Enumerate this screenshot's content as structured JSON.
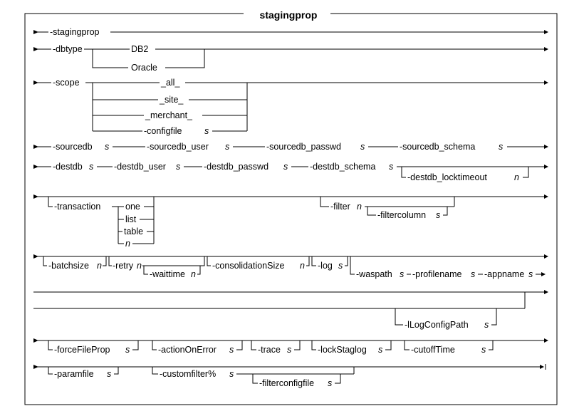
{
  "title": "stagingprop",
  "rows": [
    {
      "id": "stagingprop",
      "kind": "keyword",
      "text": "-stagingprop"
    },
    {
      "id": "dbtype",
      "keyword": "-dbtype",
      "options": [
        "DB2",
        "Oracle"
      ]
    },
    {
      "id": "scope",
      "keyword": "-scope",
      "options": [
        {
          "text": "_all_"
        },
        {
          "text": "_site_"
        },
        {
          "text": "_merchant_"
        },
        {
          "text": "-configfile",
          "arg": "s"
        }
      ]
    },
    {
      "id": "sourcedb",
      "items": [
        {
          "text": "-sourcedb",
          "arg": "s"
        },
        {
          "text": "-sourcedb_user",
          "arg": "s"
        },
        {
          "text": "-sourcedb_passwd",
          "arg": "s"
        },
        {
          "text": "-sourcedb_schema",
          "arg": "s"
        }
      ]
    },
    {
      "id": "destdb",
      "items": [
        {
          "text": "-destdb",
          "arg": "s"
        },
        {
          "text": "-destdb_user",
          "arg": "s"
        },
        {
          "text": "-destdb_passwd",
          "arg": "s"
        },
        {
          "text": "-destdb_schema",
          "arg": "s"
        }
      ],
      "optional": {
        "text": "-destdb_locktimeout",
        "arg": "n"
      }
    },
    {
      "id": "transaction",
      "keyword": "-transaction",
      "options": [
        {
          "text": "one"
        },
        {
          "text": "list"
        },
        {
          "text": "table"
        },
        {
          "text": "n",
          "italic": true
        }
      ],
      "filter": {
        "text": "-filter",
        "arg": "n"
      },
      "filtercolumn": {
        "text": "-filtercolumn",
        "arg": "s"
      }
    },
    {
      "id": "batch",
      "items": [
        {
          "text": "-batchsize",
          "arg": "n"
        },
        {
          "text": "-retry",
          "arg": "n"
        },
        {
          "text": "-waittime",
          "arg": "n"
        },
        {
          "text": "-consolidationSize",
          "arg": "n"
        },
        {
          "text": "-log",
          "arg": "s"
        },
        {
          "text": "-waspath",
          "arg": "s"
        },
        {
          "text": "-profilename",
          "arg": "s"
        },
        {
          "text": "-appname",
          "arg": "s"
        }
      ]
    },
    {
      "id": "logconfig",
      "item": {
        "text": "-lLogConfigPath",
        "arg": "s"
      }
    },
    {
      "id": "flags",
      "items": [
        {
          "text": "-forceFileProp",
          "arg": "s"
        },
        {
          "text": "-actionOnError",
          "arg": "s"
        },
        {
          "text": "-trace",
          "arg": "s"
        },
        {
          "text": "-lockStaglog",
          "arg": "s"
        },
        {
          "text": "-cutoffTime",
          "arg": "s"
        }
      ]
    },
    {
      "id": "params",
      "items": [
        {
          "text": "-paramfile",
          "arg": "s"
        },
        {
          "text": "-customfilter%",
          "arg": "s"
        },
        {
          "text": "-filterconfigfile",
          "arg": "s"
        }
      ]
    }
  ]
}
